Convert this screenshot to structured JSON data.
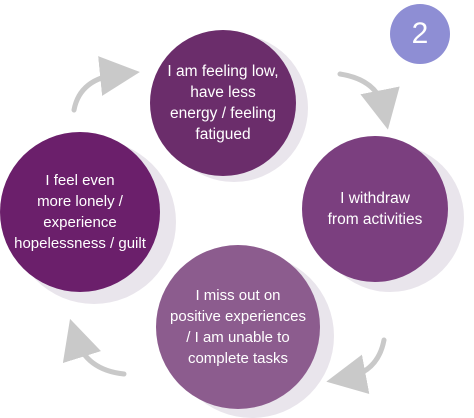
{
  "badge": {
    "number": "2",
    "color": "#8e8ed4"
  },
  "steps": [
    {
      "id": "low-energy",
      "text": "I am feeling low,\nhave less\nenergy / feeling\nfatigued",
      "color": "#6b2d6b"
    },
    {
      "id": "withdraw",
      "text": "I withdraw\nfrom activities",
      "color": "#7b3f7f"
    },
    {
      "id": "miss-out",
      "text": "I miss out on\npositive experiences\n/ I am unable to\ncomplete tasks",
      "color": "#8c5c8e"
    },
    {
      "id": "lonely",
      "text": "I feel even\nmore lonely /\nexperience\nhopelessness / guilt",
      "color": "#6b1f6b"
    }
  ],
  "arrow_color": "#c9c9c9",
  "shadow_color": "#e9e5ec"
}
